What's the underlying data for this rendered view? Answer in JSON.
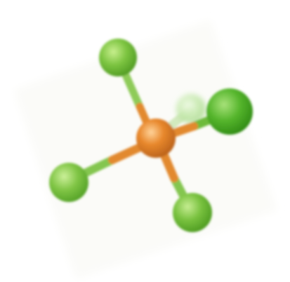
{
  "molecule": {
    "central_atom": {
      "color": "#e8882c",
      "highlight": "#ffd39a",
      "shade": "#b8601a"
    },
    "ligands": [
      {
        "id": "top",
        "color": "#7cc440",
        "highlight": "#c8ef8e",
        "shade": "#4f9a22"
      },
      {
        "id": "right",
        "color": "#55b52c",
        "highlight": "#a8e27a",
        "shade": "#2f8a14"
      },
      {
        "id": "back",
        "color": "#c8ebb0",
        "highlight": "#f2fbe8",
        "shade": "#a6d68a"
      },
      {
        "id": "left",
        "color": "#80c545",
        "highlight": "#ccf09a",
        "shade": "#52a025"
      },
      {
        "id": "bottom",
        "color": "#78c13e",
        "highlight": "#c6ed92",
        "shade": "#4c9a20"
      }
    ],
    "background_tile": "#f7f8f3"
  }
}
